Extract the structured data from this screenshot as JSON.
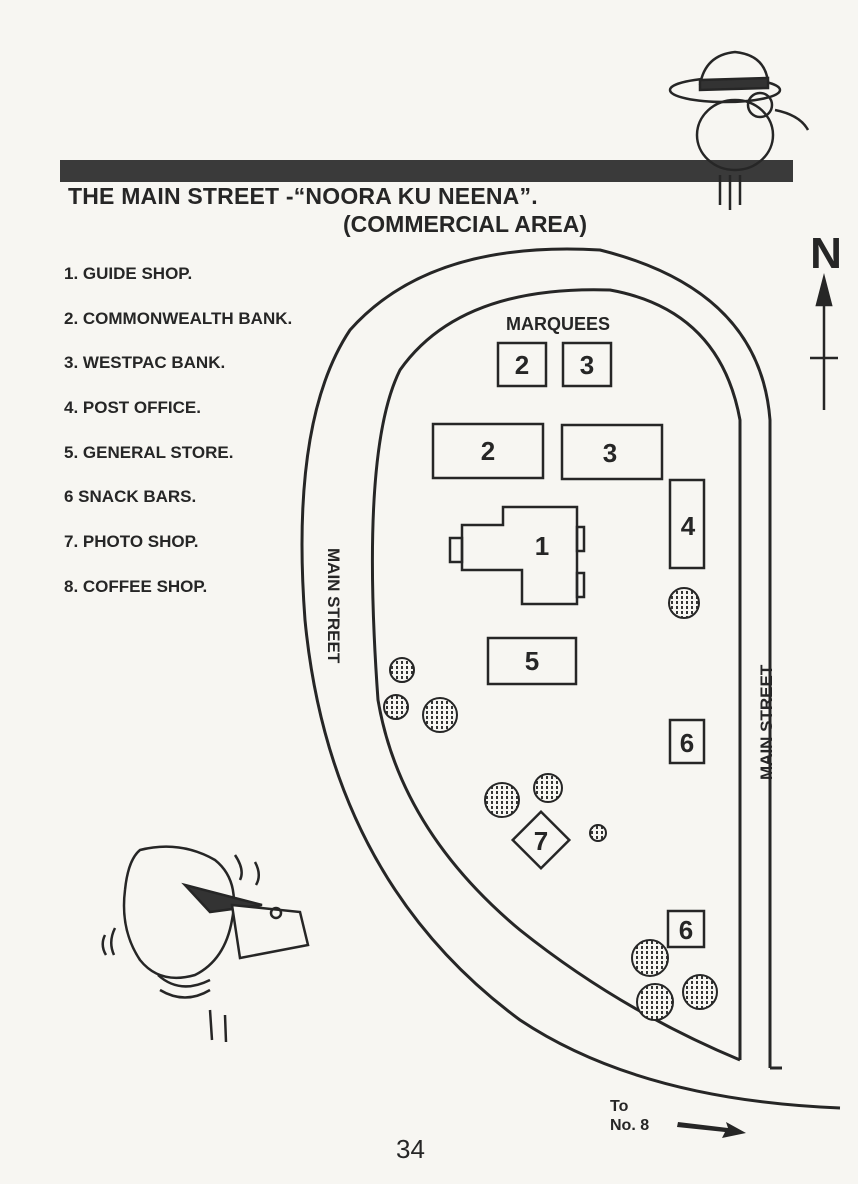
{
  "header": {
    "title": "THE MAIN STREET -“NOORA KU NEENA”.",
    "subtitle": "(COMMERCIAL AREA)"
  },
  "legend": [
    "1. GUIDE SHOP.",
    "2. COMMONWEALTH BANK.",
    "3. WESTPAC BANK.",
    "4. POST OFFICE.",
    "5. GENERAL STORE.",
    "6  SNACK BARS.",
    "7. PHOTO SHOP.",
    "8. COFFEE SHOP."
  ],
  "map": {
    "north": "N",
    "marquees": "MARQUEES",
    "street_left": "MAIN STREET",
    "street_right": "MAIN STREET",
    "buildings": {
      "m2": "2",
      "m3": "3",
      "b2": "2",
      "b3": "3",
      "b1": "1",
      "b4": "4",
      "b5": "5",
      "b6a": "6",
      "b7": "7",
      "b6b": "6"
    },
    "to_line1": "To",
    "to_line2": "No. 8"
  },
  "page_number": "34"
}
